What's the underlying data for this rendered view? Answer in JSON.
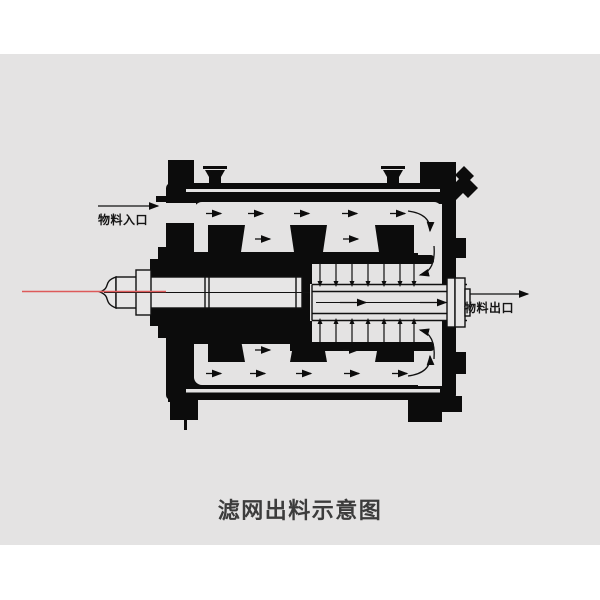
{
  "page": {
    "background_top": "#ffffff",
    "panel_background": "#e4e3e3"
  },
  "diagram": {
    "title": "滤网出料示意图",
    "inlet_label": "物料入口",
    "outlet_label": "物料出口",
    "colors": {
      "outline_black": "#0c0c0c",
      "interior_gray": "#e4e3e3",
      "centerline_red": "#dd5a5a",
      "title_text": "#3c3c3c",
      "label_text": "#151515"
    }
  }
}
